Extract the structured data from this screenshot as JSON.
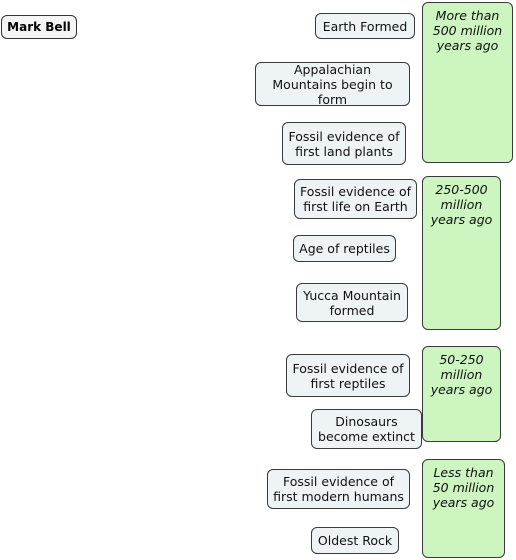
{
  "student": {
    "name": "Mark Bell"
  },
  "cards": [
    "Earth Formed",
    "Appalachian Mountains begin to form",
    "Fossil evidence of first land plants",
    "Fossil evidence of first life on Earth",
    "Age of reptiles",
    "Yucca Mountain formed",
    "Fossil evidence of first reptiles",
    "Dinosaurs become extinct",
    "Fossil evidence of first modern humans",
    "Oldest Rock"
  ],
  "bins": [
    "More than 500 million years ago",
    "250-500 million years ago",
    "50-250 million years ago",
    "Less than 50 million years ago"
  ]
}
